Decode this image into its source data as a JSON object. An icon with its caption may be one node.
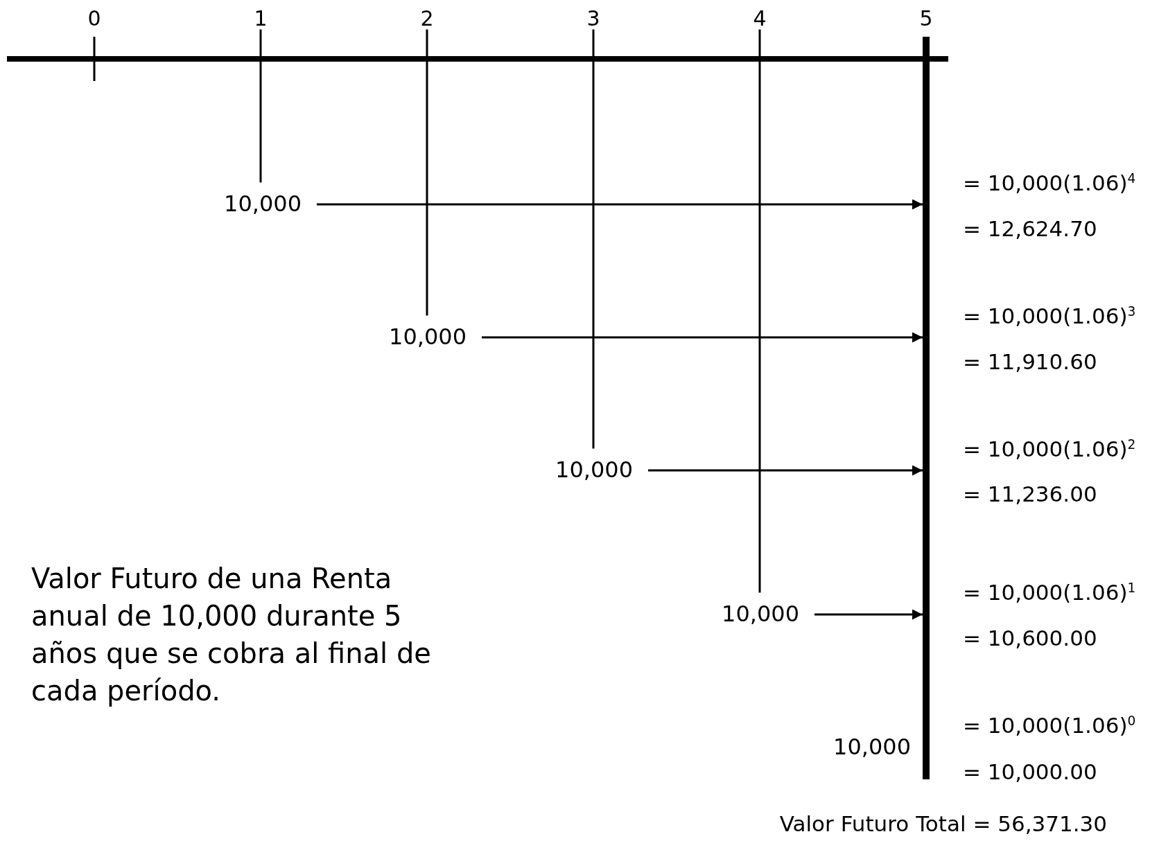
{
  "diagram": {
    "nodes": [
      {
        "text": [
          "1"
        ]
      },
      {
        "text": [
          "2"
        ]
      },
      {
        "text": [
          "3"
        ]
      },
      {
        "text": [
          "4"
        ]
      },
      {
        "text": [],
        "shape": "bar",
        "beside": [
          "5",
          "10,000"
        ]
      },
      {
        "text": [
          "10,000"
        ]
      },
      {
        "text": [
          "10,000"
        ]
      },
      {
        "text": [
          "10,000"
        ]
      },
      {
        "text": [
          "10,000"
        ]
      }
    ],
    "edges": [
      {
        "from": 0,
        "to": 5,
        "arrow": "none"
      },
      {
        "from": 1,
        "to": 6,
        "arrow": "none"
      },
      {
        "from": 2,
        "to": 7,
        "arrow": "none"
      },
      {
        "from": 3,
        "to": 8,
        "arrow": "none"
      },
      {
        "from": 5,
        "to": 4,
        "arrow": "to"
      },
      {
        "from": 6,
        "to": 4,
        "arrow": "to"
      },
      {
        "from": 7,
        "to": 4,
        "arrow": "to"
      },
      {
        "from": 8,
        "to": 4,
        "arrow": "to"
      }
    ],
    "labels": [
      "0",
      "= 10,000(1.06)$^{4}$",
      "= 12,624.70",
      "= 10,000(1.06)$^{3}$",
      "= 11,910.60",
      "= 10,000(1.06)$^{2}$",
      "= 11,236.00",
      "Valor Futuro de una Renta anual de 10,000 durante 5 años que se cobra al final de cada período.",
      "= 10,000(1.06)$^{1}$",
      "= 10,600.00",
      "= 10,000(1.06)$^{0}$",
      "= 10,000.00",
      "Valor Futuro Total = 56,371.30"
    ]
  }
}
